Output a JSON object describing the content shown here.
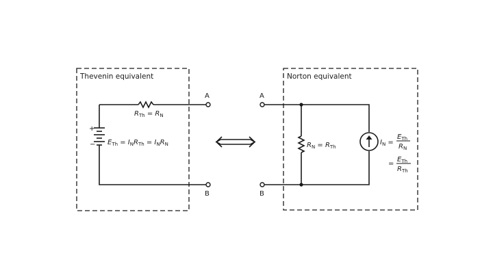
{
  "thevenin": {
    "title": "Thevenin equivalent",
    "terminal_a": "A",
    "terminal_b": "B",
    "battery_plus": "+",
    "battery_minus": "−",
    "resistor": {
      "r": "R",
      "r_sub": "Th",
      "eq": " = ",
      "rn": "R",
      "rn_sub": "N"
    },
    "source": {
      "e": "E",
      "e_sub": "Th",
      "eq1": " = ",
      "i1": "I",
      "i1_sub": "N",
      "r1": "R",
      "r1_sub": "Th",
      "eq2": " = ",
      "i2": "I",
      "i2_sub": "N",
      "r2": "R",
      "r2_sub": "N"
    }
  },
  "norton": {
    "title": "Norton equivalent",
    "terminal_a": "A",
    "terminal_b": "B",
    "resistor": {
      "r": "R",
      "r_sub": "N",
      "eq": " = ",
      "rth": "R",
      "rth_sub": "Th"
    },
    "current": {
      "i": "I",
      "i_sub": "N",
      "eq1": " = ",
      "num1": "E",
      "num1_sub": "Th",
      "den1": "R",
      "den1_sub": "N",
      "eq2": " = ",
      "num2": "E",
      "num2_sub": "Th",
      "den2": "R",
      "den2_sub": "Th"
    }
  },
  "equivalence_icon": "double-arrow-icon"
}
